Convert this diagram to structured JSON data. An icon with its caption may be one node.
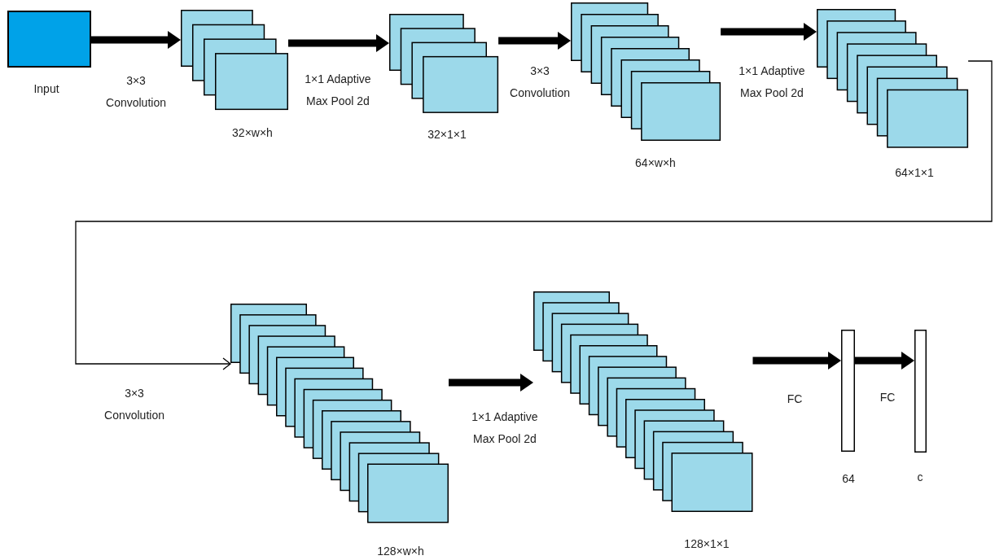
{
  "diagram": {
    "nodes": [
      {
        "text": [
          "Input"
        ]
      },
      {
        "text": [
          "32×w×h"
        ]
      },
      {
        "text": [
          "32×1×1"
        ]
      },
      {
        "text": [
          "64×w×h"
        ]
      },
      {
        "text": [
          "64×1×1"
        ]
      },
      {
        "text": [
          "128×w×h"
        ]
      },
      {
        "text": [
          "128×1×1"
        ]
      },
      {
        "text": [
          "64"
        ]
      },
      {
        "text": [
          "c"
        ]
      }
    ],
    "edges": [
      {
        "from": 0,
        "to": 1,
        "arrow": "to",
        "label": "3×3 Convolution"
      },
      {
        "from": 1,
        "to": 2,
        "arrow": "to",
        "label": "1×1 Adaptive Max Pool 2d"
      },
      {
        "from": 2,
        "to": 3,
        "arrow": "to",
        "label": "3×3 Convolution"
      },
      {
        "from": 3,
        "to": 4,
        "arrow": "to",
        "label": "1×1 Adaptive Max Pool 2d"
      },
      {
        "from": 4,
        "to": 5,
        "arrow": "to",
        "label": "3×3 Convolution"
      },
      {
        "from": 5,
        "to": 6,
        "arrow": "to",
        "label": "1×1 Adaptive Max Pool 2d"
      },
      {
        "from": 6,
        "to": 7,
        "arrow": "to",
        "label": "FC"
      },
      {
        "from": 7,
        "to": 8,
        "arrow": "to",
        "label": "FC"
      }
    ]
  }
}
